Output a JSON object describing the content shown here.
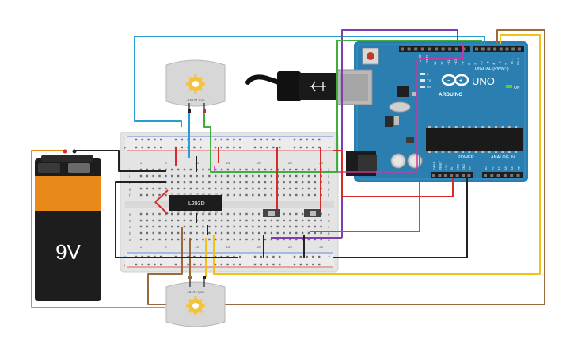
{
  "battery": {
    "label": "9V"
  },
  "motor_top": {
    "rpm": "-16174 rpm"
  },
  "motor_bottom": {
    "rpm": "16174 rpm"
  },
  "chip": {
    "label": "L293D"
  },
  "arduino": {
    "brand": "ARDUINO",
    "model": "UNO",
    "digital_label": "DIGITAL (PWM~)",
    "power_label": "POWER",
    "analog_label": "ANALOG IN",
    "on_label": "ON",
    "tx_label": "TX",
    "rx_label": "RX",
    "l_label": "L",
    "aref_label": "AREF",
    "gnd_label": "GND",
    "digital_pins": [
      "13",
      "12",
      "~11",
      "~10",
      "~9",
      "8",
      "7",
      "~6",
      "~5",
      "4",
      "~3",
      "2",
      "TX 1",
      "RX 0"
    ],
    "power_pins": [
      "IOREF",
      "RESET",
      "3.3V",
      "5V",
      "GND",
      "GND",
      "Vin"
    ],
    "analog_pins": [
      "A0",
      "A1",
      "A2",
      "A3",
      "A4",
      "A5"
    ]
  },
  "breadboard": {
    "columns": [
      "1",
      "",
      "",
      "",
      "5",
      "",
      "",
      "",
      "",
      "10",
      "",
      "",
      "",
      "",
      "15",
      "",
      "",
      "",
      "",
      "20",
      "",
      "",
      "",
      "",
      "25",
      "",
      "",
      "",
      "",
      "30"
    ],
    "rows_top": [
      "j",
      "i",
      "h",
      "g",
      "f"
    ],
    "rows_bottom": [
      "e",
      "d",
      "c",
      "b",
      "a"
    ]
  },
  "colors": {
    "wire_blue": "#2b9bd6",
    "wire_green": "#3fae3f",
    "wire_purple": "#7b3fb0",
    "wire_magenta": "#c23aa3",
    "wire_red": "#d62b2b",
    "wire_black": "#222222",
    "wire_brown": "#9a6a3c",
    "wire_yellow": "#f2c21b",
    "wire_orange": "#e8891a",
    "arduino_board": "#2a7fb0"
  }
}
